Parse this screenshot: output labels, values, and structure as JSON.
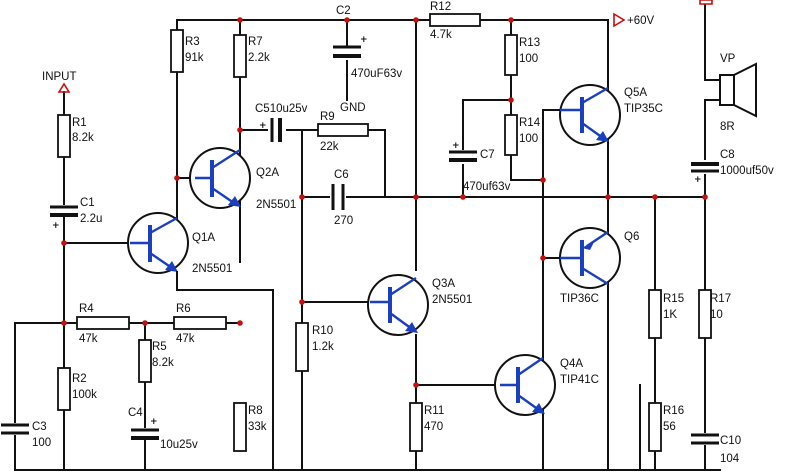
{
  "input": {
    "label": "INPUT"
  },
  "supply": {
    "label": "+60V"
  },
  "gnd": {
    "label": "GND"
  },
  "speaker": {
    "label": "VP",
    "impedance": "8R"
  },
  "resistors": {
    "R1": {
      "name": "R1",
      "value": "8.2k"
    },
    "R2": {
      "name": "R2",
      "value": "100k"
    },
    "R3": {
      "name": "R3",
      "value": "91k"
    },
    "R4": {
      "name": "R4",
      "value": "47k"
    },
    "R5": {
      "name": "R5",
      "value": "8.2k"
    },
    "R6": {
      "name": "R6",
      "value": "47k"
    },
    "R7": {
      "name": "R7",
      "value": "2.2k"
    },
    "R8": {
      "name": "R8",
      "value": "33k"
    },
    "R9": {
      "name": "R9",
      "value": "22k"
    },
    "R10": {
      "name": "R10",
      "value": "1.2k"
    },
    "R11": {
      "name": "R11",
      "value": "470"
    },
    "R12": {
      "name": "R12",
      "value": "4.7k"
    },
    "R13": {
      "name": "R13",
      "value": "100"
    },
    "R14": {
      "name": "R14",
      "value": "100"
    },
    "R15": {
      "name": "R15",
      "value": "1K"
    },
    "R16": {
      "name": "R16",
      "value": "56"
    },
    "R17": {
      "name": "R17",
      "value": "10"
    }
  },
  "capacitors": {
    "C1": {
      "name": "C1",
      "value": "2.2u"
    },
    "C2": {
      "name": "C2",
      "value": "470uF63v"
    },
    "C3": {
      "name": "C3",
      "value": "100"
    },
    "C4": {
      "name": "C4",
      "value": "10u25v"
    },
    "C5": {
      "name": "C510u25v"
    },
    "C6": {
      "name": "C6",
      "value": "270"
    },
    "C7": {
      "name": "C7",
      "value": "470uf63v"
    },
    "C8": {
      "name": "C8",
      "value": "1000uf50v"
    },
    "C10": {
      "name": "C10",
      "value": "104"
    }
  },
  "transistors": {
    "Q1": {
      "name": "Q1A",
      "part": "2N5501"
    },
    "Q2": {
      "name": "Q2A",
      "part": "2N5501"
    },
    "Q3": {
      "name": "Q3A",
      "part": "2N5501"
    },
    "Q4": {
      "name": "Q4A",
      "part": "TIP41C"
    },
    "Q5": {
      "name": "Q5A",
      "part": "TIP35C"
    },
    "Q6": {
      "name": "Q6",
      "part": "TIP36C"
    }
  },
  "colors": {
    "wire": "#111111",
    "transistor": "#1a3fbf",
    "marker": "#c01010"
  }
}
